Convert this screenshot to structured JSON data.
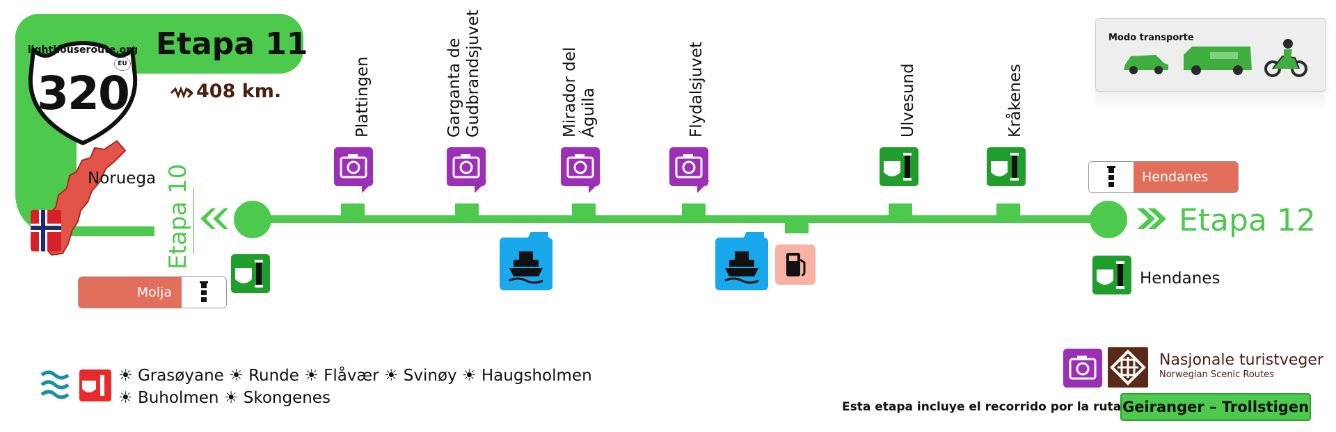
{
  "header": {
    "website": "lighthouseroute.org",
    "eu_badge": "EU",
    "route_number": "320",
    "stage_title": "Etapa 11",
    "distance": "408 km.",
    "country": "Noruega"
  },
  "navigation": {
    "prev_stage": "Etapa 10",
    "next_stage": "Etapa 12"
  },
  "start": {
    "lighthouse_name": "Molja"
  },
  "end": {
    "lighthouse_name": "Hendanes",
    "label": "Hendanes"
  },
  "stops": [
    {
      "label": "Plattingen",
      "type": "viewpoint"
    },
    {
      "label": "Garganta de Gudbrandsjuvet",
      "type": "viewpoint"
    },
    {
      "label": "Mirador del Águila",
      "type": "viewpoint"
    },
    {
      "label": "Flydalsjuvet",
      "type": "viewpoint"
    },
    {
      "label": "Ulvesund",
      "type": "lighthouse"
    },
    {
      "label": "Kråkenes",
      "type": "lighthouse"
    }
  ],
  "services": [
    "ferry",
    "ferry",
    "fuel"
  ],
  "transport": {
    "title": "Modo transporte",
    "modes": [
      "car-icon",
      "camper-icon",
      "motorcycle-icon"
    ]
  },
  "legend": {
    "line1": [
      "Grasøyane",
      "Runde",
      "Flåvær",
      "Svinøy",
      "Haugsholmen"
    ],
    "line2": [
      "Buholmen",
      "Skongenes"
    ]
  },
  "scenic": {
    "name": "Nasjonale turistveger",
    "subtitle": "Norwegian Scenic Routes",
    "includes_text": "Esta etapa incluye el recorrido por la ruta",
    "route_button": "Geiranger – Trollstigen"
  },
  "colors": {
    "green": "#4dc94d",
    "purple": "#9b2fb5",
    "dark_green": "#1f9e2b",
    "ferry_blue": "#1aa8ec",
    "fuel_pink": "#f8b3a4",
    "ribbon_red": "#e16f5c",
    "brown": "#4a1f12"
  }
}
